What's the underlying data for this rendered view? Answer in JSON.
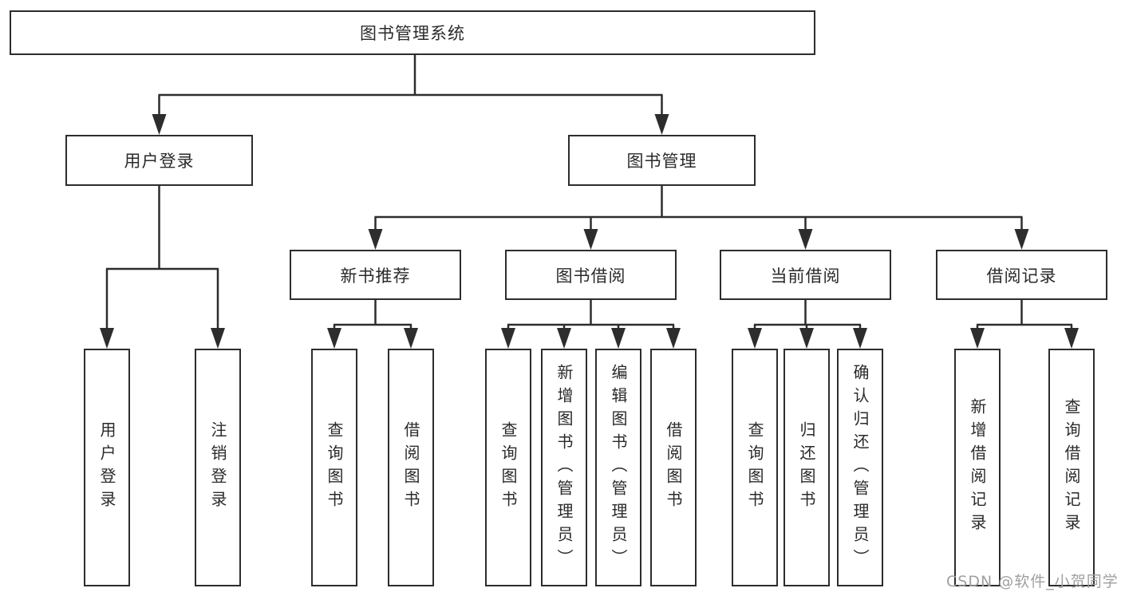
{
  "tree": {
    "label": "图书管理系统",
    "children": [
      {
        "label": "用户登录",
        "children": [
          {
            "label": "用户登录"
          },
          {
            "label": "注销登录"
          }
        ]
      },
      {
        "label": "图书管理",
        "children": [
          {
            "label": "新书推荐",
            "children": [
              {
                "label": "查询图书"
              },
              {
                "label": "借阅图书"
              }
            ]
          },
          {
            "label": "图书借阅",
            "children": [
              {
                "label": "查询图书"
              },
              {
                "label": "新增图书（管理员）"
              },
              {
                "label": "编辑图书（管理员）"
              },
              {
                "label": "借阅图书"
              }
            ]
          },
          {
            "label": "当前借阅",
            "children": [
              {
                "label": "查询图书"
              },
              {
                "label": "归还图书"
              },
              {
                "label": "确认归还（管理员）"
              }
            ]
          },
          {
            "label": "借阅记录",
            "children": [
              {
                "label": "新增借阅记录"
              },
              {
                "label": "查询借阅记录"
              }
            ]
          }
        ]
      }
    ]
  },
  "watermark": {
    "text": "CSDN @软件_小贺同学"
  },
  "colors": {
    "line": "#2d2d2d",
    "text": "#2a2a2a",
    "watermark_gray": "#a0a0a0",
    "background": "#ffffff"
  }
}
